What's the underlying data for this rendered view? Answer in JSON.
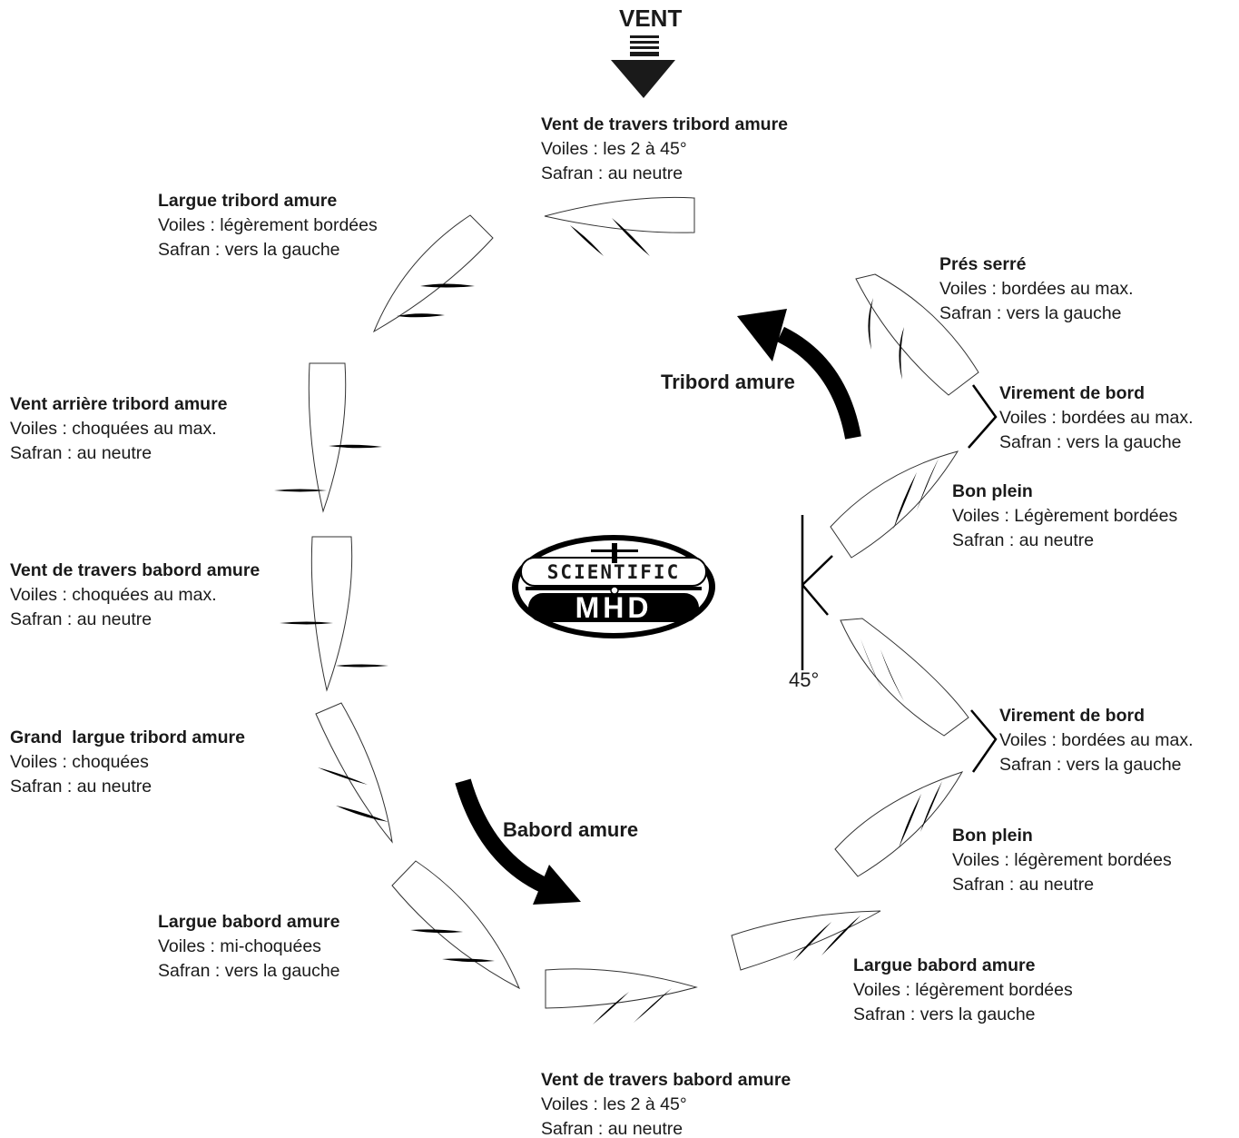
{
  "title": "VENT",
  "logo": {
    "line1": "SCIENTIFIC",
    "line2": "MHD"
  },
  "arrows": {
    "tribord": "Tribord amure",
    "babord": "Babord amure"
  },
  "angle": "45°",
  "colors": {
    "ink": "#1a1a1a",
    "hull_stroke": "#333333",
    "background": "#ffffff"
  },
  "labels": [
    {
      "id": "top",
      "title": "Vent de travers tribord amure",
      "lines": [
        "Voiles : les 2 à 45°",
        "Safran : au neutre"
      ]
    },
    {
      "id": "largue-tribord",
      "title": "Largue tribord amure",
      "lines": [
        "Voiles : légèrement bordées",
        "Safran : vers la gauche"
      ]
    },
    {
      "id": "pres-serre",
      "title": "Prés serré",
      "lines": [
        "Voiles : bordées au max.",
        "Safran : vers la gauche"
      ]
    },
    {
      "id": "virement-1",
      "title": "Virement de bord",
      "lines": [
        "Voiles : bordées au max.",
        "Safran : vers la gauche"
      ]
    },
    {
      "id": "bon-plein-1",
      "title": "Bon plein",
      "lines": [
        "Voiles : Légèrement bordées",
        "Safran : au neutre"
      ]
    },
    {
      "id": "vent-arriere",
      "title": "Vent arrière tribord amure",
      "lines": [
        "Voiles : choquées au max.",
        "Safran : au neutre"
      ]
    },
    {
      "id": "travers-babord-left",
      "title": "Vent de travers babord amure",
      "lines": [
        "Voiles : choquées au max.",
        "Safran : au neutre"
      ]
    },
    {
      "id": "virement-2",
      "title": "Virement de bord",
      "lines": [
        "Voiles : bordées au max.",
        "Safran : vers la gauche"
      ]
    },
    {
      "id": "grand-largue",
      "title": "Grand  largue tribord amure",
      "lines": [
        "Voiles : choquées",
        "Safran : au neutre"
      ]
    },
    {
      "id": "bon-plein-2",
      "title": "Bon plein",
      "lines": [
        "Voiles : légèrement bordées",
        "Safran : au neutre"
      ]
    },
    {
      "id": "largue-babord-left",
      "title": "Largue babord amure",
      "lines": [
        "Voiles : mi-choquées",
        "Safran : vers la gauche"
      ]
    },
    {
      "id": "largue-babord-right",
      "title": "Largue babord amure",
      "lines": [
        "Voiles : légèrement bordées",
        "Safran : vers la gauche"
      ]
    },
    {
      "id": "bottom",
      "title": "Vent de travers babord amure",
      "lines": [
        "Voiles : les 2 à 45°",
        "Safran : au neutre"
      ]
    }
  ]
}
